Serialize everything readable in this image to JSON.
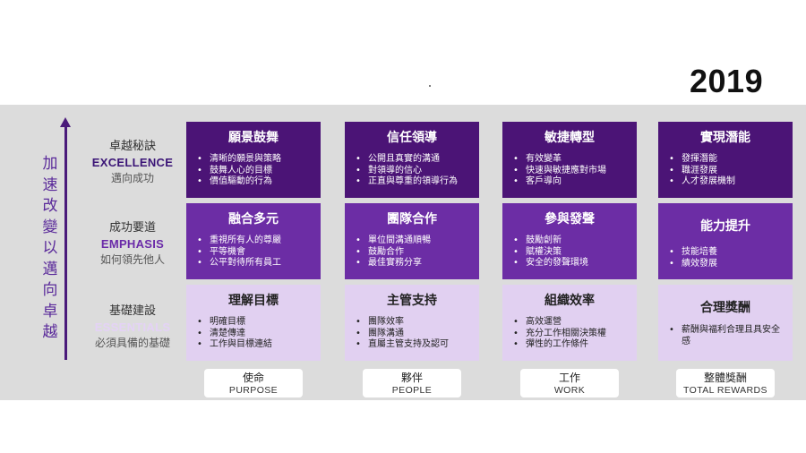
{
  "year": "2019",
  "vertical_label": [
    "加",
    "速",
    "改",
    "變",
    "以",
    "邁",
    "向",
    "卓",
    "越"
  ],
  "rows": [
    {
      "zh": "卓越秘訣",
      "en": "EXCELLENCE",
      "sub": "邁向成功",
      "en_color": "#3b1577"
    },
    {
      "zh": "成功要道",
      "en": "EMPHASIS",
      "sub": "如何領先他人",
      "en_color": "#6a2aa8"
    },
    {
      "zh": "基礎建設",
      "en": "ESSENTIALS",
      "sub": "必須具備的基礎",
      "en_color": "#e4d2f6"
    }
  ],
  "columns": [
    {
      "cells": [
        {
          "title": "願景鼓舞",
          "bullets": [
            "清晰的願景與策略",
            "鼓舞人心的目標",
            "價值驅動的行為"
          ]
        },
        {
          "title": "融合多元",
          "bullets": [
            "重視所有人的尊嚴",
            "平等機會",
            "公平對待所有員工"
          ]
        },
        {
          "title": "理解目標",
          "bullets": [
            "明確目標",
            "清楚傳達",
            "工作與目標連結"
          ]
        }
      ],
      "footer": {
        "zh": "使命",
        "en": "PURPOSE"
      }
    },
    {
      "cells": [
        {
          "title": "信任領導",
          "bullets": [
            "公開且真實的溝通",
            "對領導的信心",
            "正直與尊重的領導行為"
          ]
        },
        {
          "title": "團隊合作",
          "bullets": [
            "單位間溝通順暢",
            "鼓勵合作",
            "最佳實務分享"
          ]
        },
        {
          "title": "主管支持",
          "bullets": [
            "團隊效率",
            "團隊溝通",
            "直屬主管支持及認可"
          ]
        }
      ],
      "footer": {
        "zh": "夥伴",
        "en": "PEOPLE"
      }
    },
    {
      "cells": [
        {
          "title": "敏捷轉型",
          "bullets": [
            "有效變革",
            "快速與敏捷應對市場",
            "客戶導向"
          ]
        },
        {
          "title": "參與發聲",
          "bullets": [
            "鼓勵創新",
            "賦權決策",
            "安全的發聲環境"
          ]
        },
        {
          "title": "組織效率",
          "bullets": [
            "高效運營",
            "充分工作相關決策權",
            "彈性的工作條件"
          ]
        }
      ],
      "footer": {
        "zh": "工作",
        "en": "WORK"
      }
    },
    {
      "cells": [
        {
          "title": "實現潛能",
          "bullets": [
            "發揮潛能",
            "職涯發展",
            "人才發展機制"
          ]
        },
        {
          "title": "能力提升",
          "bullets": [
            "技能培養",
            "績效發展"
          ]
        },
        {
          "title": "合理獎酬",
          "bullets": [
            "薪酬與福利合理且具安全感"
          ]
        }
      ],
      "footer": {
        "zh": "整體獎酬",
        "en": "TOTAL REWARDS"
      }
    }
  ],
  "colors": {
    "row1_fill": "#4b1476",
    "row2_fill": "#6c2da5",
    "row3_fill": "#e1d0f1",
    "band": "#dcdcdc",
    "arrow": "#4a1a7a"
  }
}
